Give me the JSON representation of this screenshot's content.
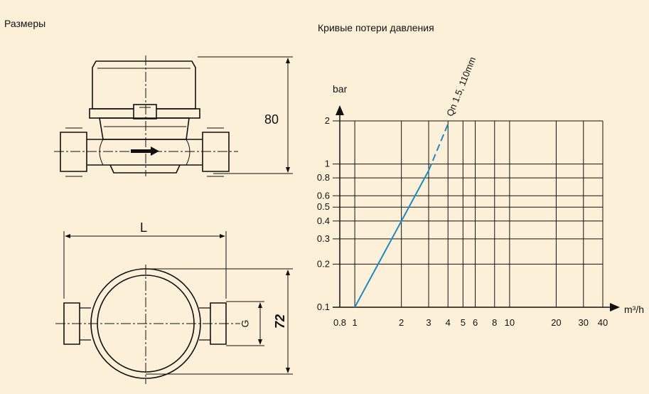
{
  "dimensions_title": "Размеры",
  "pressure_title": "Кривые потери давления",
  "drawing": {
    "height_label": "80",
    "length_label": "L",
    "thread_label": "G",
    "width_label": "72"
  },
  "chart_data": {
    "type": "line",
    "title": "Кривые потери давления",
    "xlabel": "m³/h",
    "ylabel": "bar",
    "xscale": "log",
    "yscale": "log",
    "xlim": [
      0.8,
      40
    ],
    "ylim": [
      0.1,
      2
    ],
    "grid": true,
    "x_ticks": [
      "0.8",
      "1",
      "2",
      "3",
      "4",
      "5",
      "6",
      "8",
      "10",
      "20",
      "30",
      "40"
    ],
    "y_ticks": [
      "0.1",
      "0.2",
      "0.3",
      "0.4",
      "0.5",
      "0.6",
      "0.8",
      "1",
      "2"
    ],
    "series": [
      {
        "name": "Qn 1.5, 110mm",
        "x": [
          1,
          2,
          3,
          4
        ],
        "y": [
          0.1,
          0.4,
          0.9,
          1.9
        ]
      }
    ],
    "colors": {
      "series": "#1a8ac4",
      "grid": "#111111"
    }
  }
}
